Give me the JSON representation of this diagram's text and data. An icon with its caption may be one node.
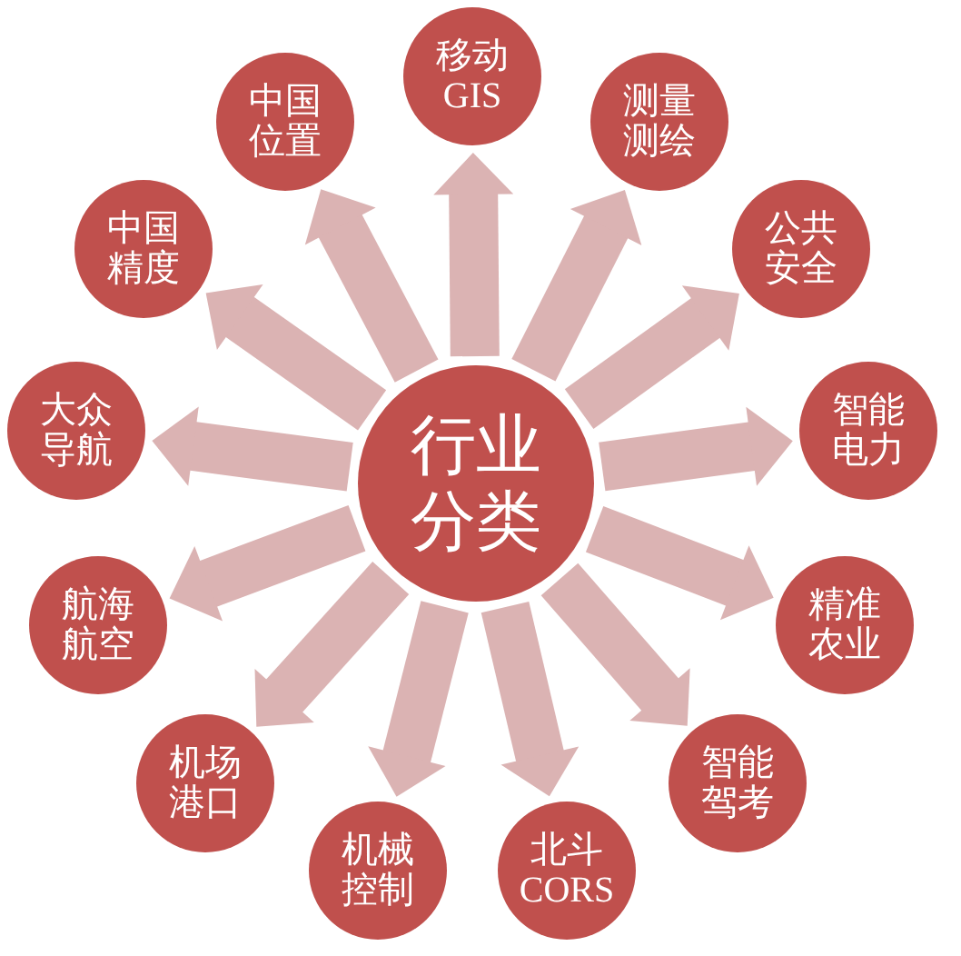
{
  "diagram": {
    "nodes": [
      {
        "text": [
          "行业分类"
        ]
      },
      {
        "text": [
          "移动GIS"
        ]
      },
      {
        "text": [
          "测量测绘"
        ]
      },
      {
        "text": [
          "公共安全"
        ]
      },
      {
        "text": [
          "智能电力"
        ]
      },
      {
        "text": [
          "精准农业"
        ]
      },
      {
        "text": [
          "智能驾考"
        ]
      },
      {
        "text": [
          "北斗CORS"
        ]
      },
      {
        "text": [
          "机械控制"
        ]
      },
      {
        "text": [
          "机场港口"
        ]
      },
      {
        "text": [
          "航海航空"
        ]
      },
      {
        "text": [
          "大众导航"
        ]
      },
      {
        "text": [
          "中国精度"
        ]
      },
      {
        "text": [
          "中国位置"
        ]
      }
    ],
    "edges": [
      {
        "from": 0,
        "to": 1,
        "arrow": "to"
      },
      {
        "from": 0,
        "to": 2,
        "arrow": "to"
      },
      {
        "from": 0,
        "to": 3,
        "arrow": "to"
      },
      {
        "from": 0,
        "to": 4,
        "arrow": "to"
      },
      {
        "from": 0,
        "to": 5,
        "arrow": "to"
      },
      {
        "from": 0,
        "to": 6,
        "arrow": "to"
      },
      {
        "from": 0,
        "to": 7,
        "arrow": "to"
      },
      {
        "from": 0,
        "to": 8,
        "arrow": "to"
      },
      {
        "from": 0,
        "to": 9,
        "arrow": "to"
      },
      {
        "from": 0,
        "to": 10,
        "arrow": "to"
      },
      {
        "from": 0,
        "to": 11,
        "arrow": "to"
      },
      {
        "from": 0,
        "to": 12,
        "arrow": "to"
      },
      {
        "from": 0,
        "to": 13,
        "arrow": "to"
      }
    ]
  }
}
